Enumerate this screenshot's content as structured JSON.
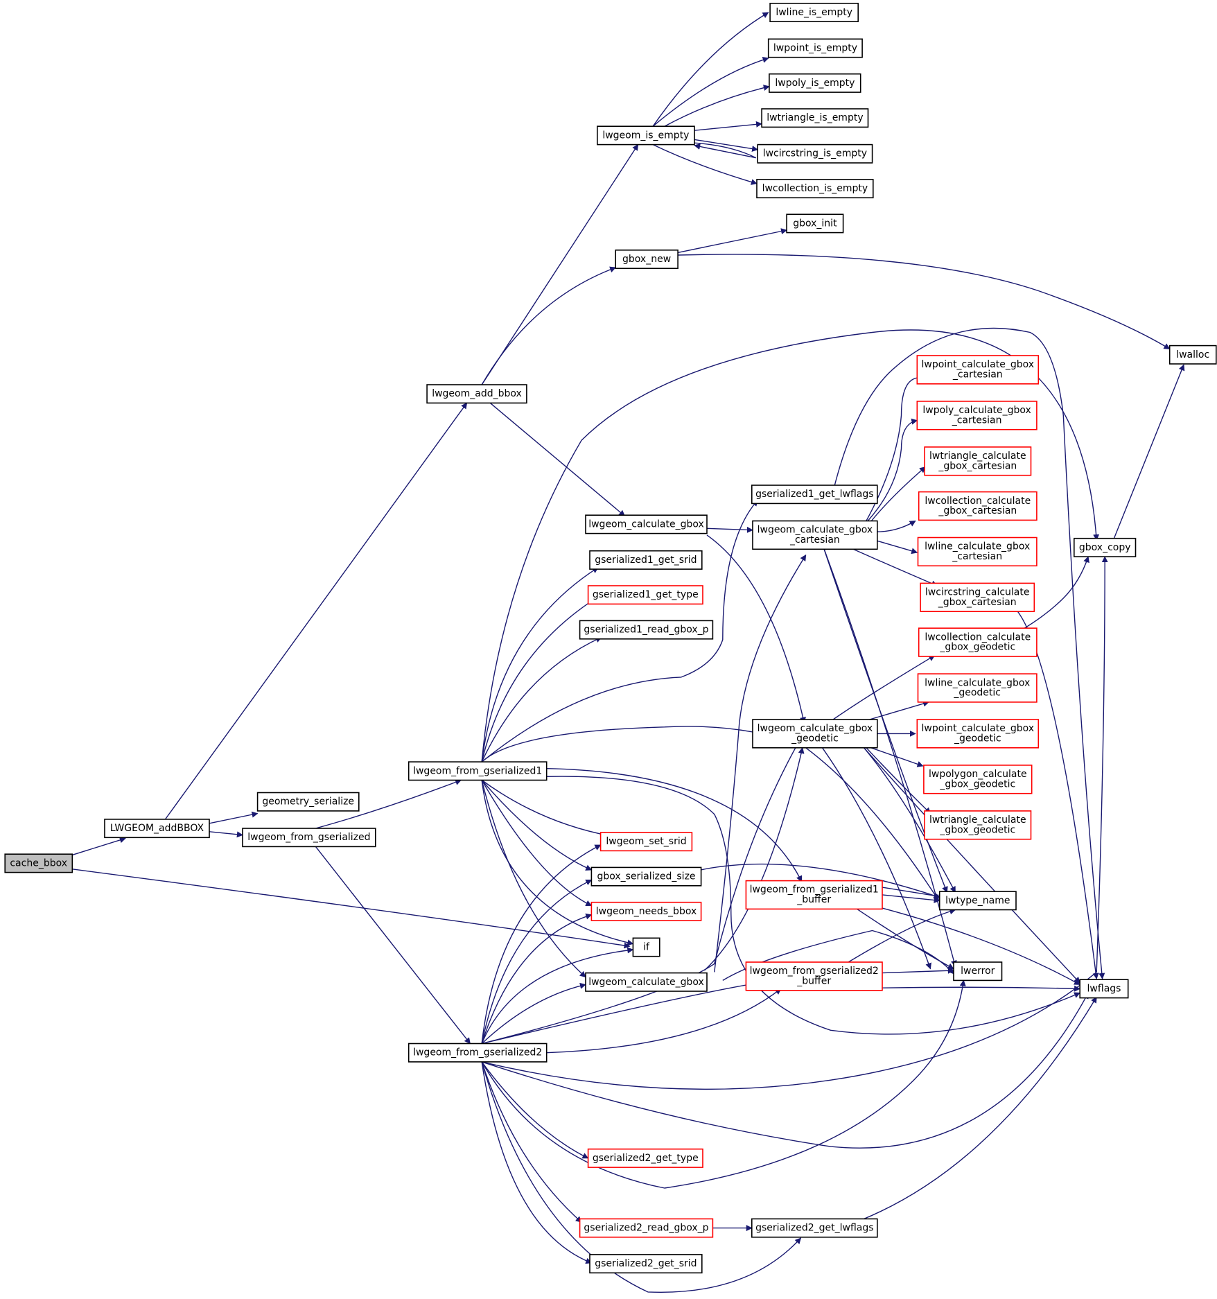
{
  "colors": {
    "edge": "#191970",
    "border": "#000000",
    "truncated_border": "#ff0000",
    "root_fill": "#bfbfbf"
  },
  "nodes": {
    "cache_bbox": {
      "lines": [
        "cache_bbox"
      ]
    },
    "LWGEOM_addBBOX": {
      "lines": [
        "LWGEOM_addBBOX"
      ]
    },
    "geometry_serialize": {
      "lines": [
        "geometry_serialize"
      ]
    },
    "lwgeom_from_gserialized": {
      "lines": [
        "lwgeom_from_gserialized"
      ]
    },
    "lwgeom_add_bbox": {
      "lines": [
        "lwgeom_add_bbox"
      ]
    },
    "lwgeom_is_empty": {
      "lines": [
        "lwgeom_is_empty"
      ]
    },
    "lwline_is_empty": {
      "lines": [
        "lwline_is_empty"
      ]
    },
    "lwpoint_is_empty": {
      "lines": [
        "lwpoint_is_empty"
      ]
    },
    "lwpoly_is_empty": {
      "lines": [
        "lwpoly_is_empty"
      ]
    },
    "lwtriangle_is_empty": {
      "lines": [
        "lwtriangle_is_empty"
      ]
    },
    "lwcircstring_is_empty": {
      "lines": [
        "lwcircstring_is_empty"
      ]
    },
    "lwcollection_is_empty": {
      "lines": [
        "lwcollection_is_empty"
      ]
    },
    "gbox_new": {
      "lines": [
        "gbox_new"
      ]
    },
    "gbox_init": {
      "lines": [
        "gbox_init"
      ]
    },
    "lwalloc": {
      "lines": [
        "lwalloc"
      ]
    },
    "lwgeom_calculate_gbox_a": {
      "lines": [
        "lwgeom_calculate_gbox"
      ]
    },
    "gserialized1_get_srid": {
      "lines": [
        "gserialized1_get_srid"
      ]
    },
    "gserialized1_get_type": {
      "lines": [
        "gserialized1_get_type"
      ]
    },
    "gserialized1_read_gbox_p": {
      "lines": [
        "gserialized1_read_gbox_p"
      ]
    },
    "gserialized1_get_lwflags": {
      "lines": [
        "gserialized1_get_lwflags"
      ]
    },
    "lwgeom_calculate_gbox_cartesian": {
      "lines": [
        "lwgeom_calculate_gbox",
        "_cartesian"
      ]
    },
    "lwpoint_calculate_gbox_cartesian": {
      "lines": [
        "lwpoint_calculate_gbox",
        "_cartesian"
      ]
    },
    "lwpoly_calculate_gbox_cartesian": {
      "lines": [
        "lwpoly_calculate_gbox",
        "_cartesian"
      ]
    },
    "lwtriangle_calculate_gbox_cartesian": {
      "lines": [
        "lwtriangle_calculate",
        "_gbox_cartesian"
      ]
    },
    "lwcollection_calculate_gbox_cartesian": {
      "lines": [
        "lwcollection_calculate",
        "_gbox_cartesian"
      ]
    },
    "lwline_calculate_gbox_cartesian": {
      "lines": [
        "lwline_calculate_gbox",
        "_cartesian"
      ]
    },
    "lwcircstring_calculate_gbox_cartesian": {
      "lines": [
        "lwcircstring_calculate",
        "_gbox_cartesian"
      ]
    },
    "gbox_copy": {
      "lines": [
        "gbox_copy"
      ]
    },
    "lwcollection_calculate_gbox_geodetic": {
      "lines": [
        "lwcollection_calculate",
        "_gbox_geodetic"
      ]
    },
    "lwline_calculate_gbox_geodetic": {
      "lines": [
        "lwline_calculate_gbox",
        "_geodetic"
      ]
    },
    "lwpoint_calculate_gbox_geodetic": {
      "lines": [
        "lwpoint_calculate_gbox",
        "_geodetic"
      ]
    },
    "lwpolygon_calculate_gbox_geodetic": {
      "lines": [
        "lwpolygon_calculate",
        "_gbox_geodetic"
      ]
    },
    "lwtriangle_calculate_gbox_geodetic": {
      "lines": [
        "lwtriangle_calculate",
        "_gbox_geodetic"
      ]
    },
    "lwgeom_calculate_gbox_geodetic": {
      "lines": [
        "lwgeom_calculate_gbox",
        "_geodetic"
      ]
    },
    "lwgeom_from_gserialized1": {
      "lines": [
        "lwgeom_from_gserialized1"
      ]
    },
    "lwgeom_set_srid": {
      "lines": [
        "lwgeom_set_srid"
      ]
    },
    "gbox_serialized_size": {
      "lines": [
        "gbox_serialized_size"
      ]
    },
    "lwgeom_needs_bbox": {
      "lines": [
        "lwgeom_needs_bbox"
      ]
    },
    "if": {
      "lines": [
        "if"
      ]
    },
    "lwgeom_calculate_gbox_b": {
      "lines": [
        "lwgeom_calculate_gbox"
      ]
    },
    "lwgeom_from_gserialized1_buffer": {
      "lines": [
        "lwgeom_from_gserialized1",
        "_buffer"
      ]
    },
    "lwgeom_from_gserialized2_buffer": {
      "lines": [
        "lwgeom_from_gserialized2",
        "_buffer"
      ]
    },
    "lwtype_name": {
      "lines": [
        "lwtype_name"
      ]
    },
    "lwerror": {
      "lines": [
        "lwerror"
      ]
    },
    "lwflags": {
      "lines": [
        "lwflags"
      ]
    },
    "lwgeom_from_gserialized2": {
      "lines": [
        "lwgeom_from_gserialized2"
      ]
    },
    "gserialized2_get_type": {
      "lines": [
        "gserialized2_get_type"
      ]
    },
    "gserialized2_read_gbox_p": {
      "lines": [
        "gserialized2_read_gbox_p"
      ]
    },
    "gserialized2_get_lwflags": {
      "lines": [
        "gserialized2_get_lwflags"
      ]
    },
    "gserialized2_get_srid": {
      "lines": [
        "gserialized2_get_srid"
      ]
    }
  }
}
